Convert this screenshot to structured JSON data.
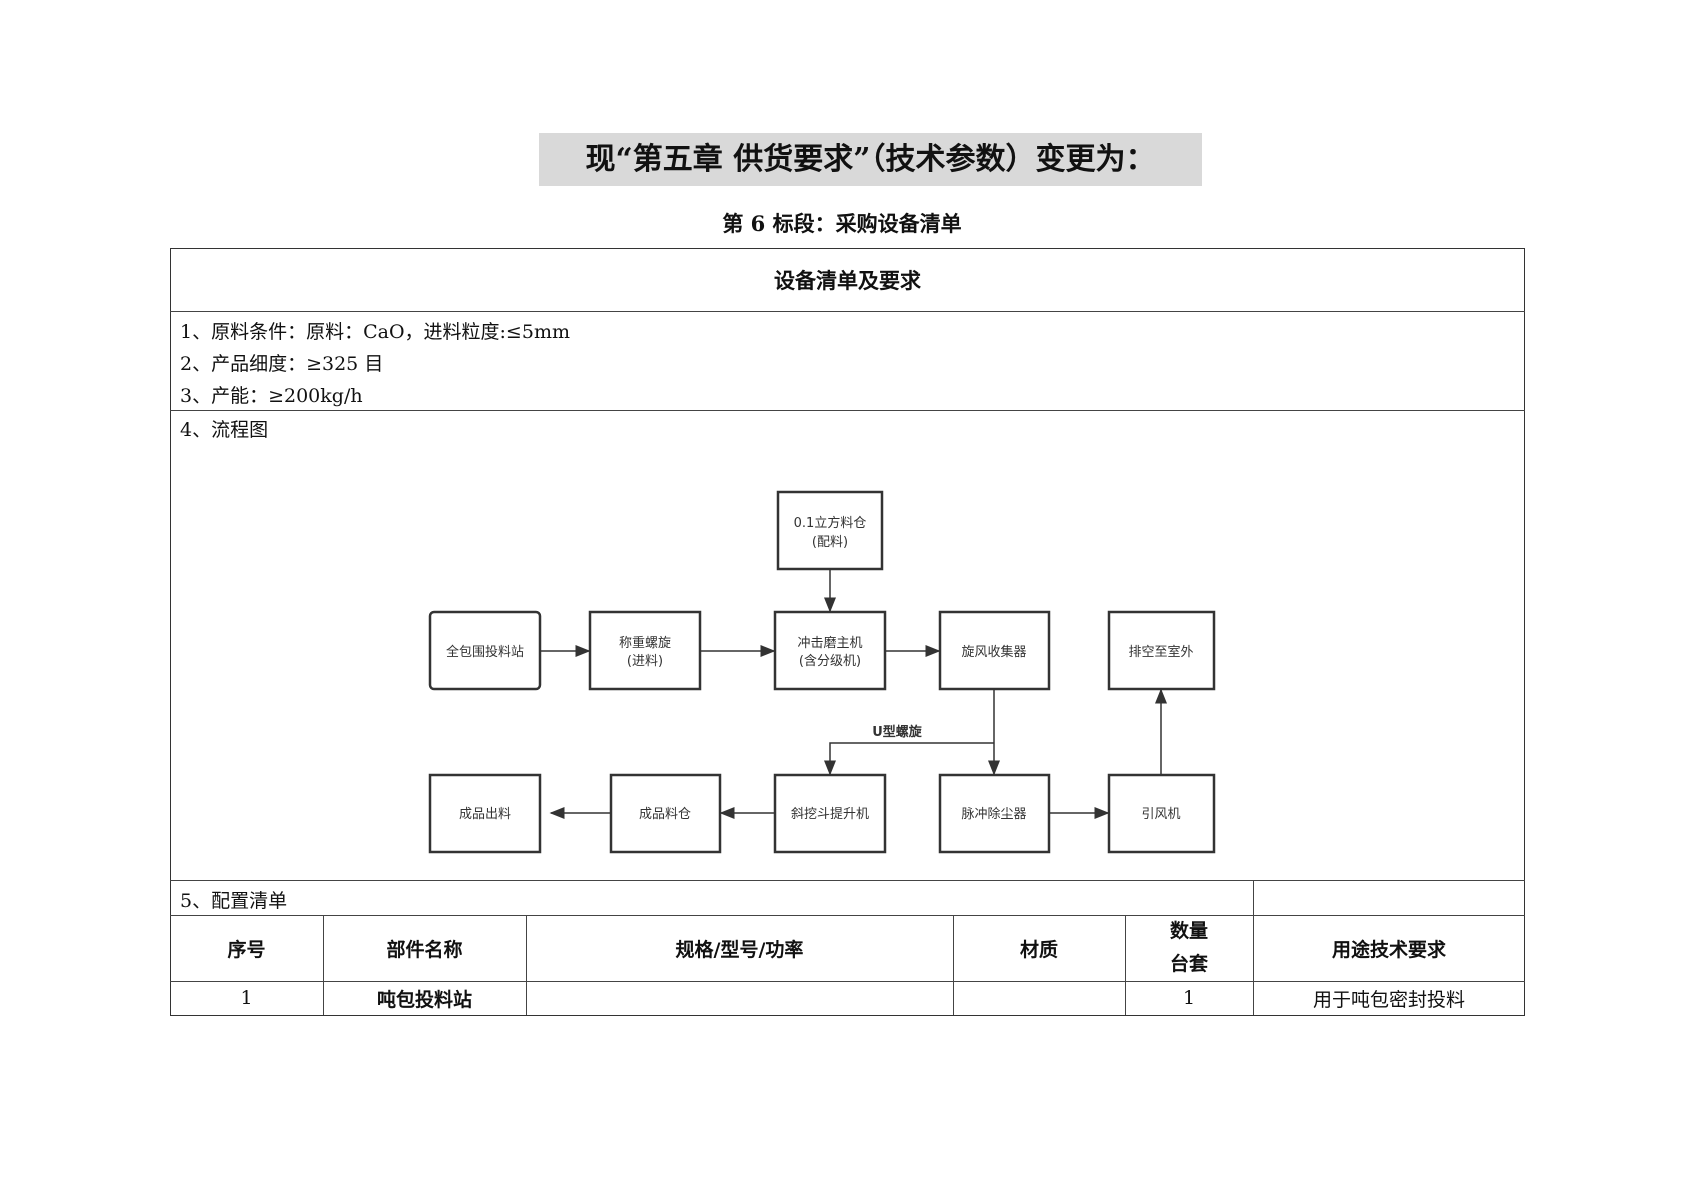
{
  "title": "现“第五章  供货要求”（技术参数）变更为：",
  "subtitle": "第 6 标段：采购设备清单",
  "table_header": "设备清单及要求",
  "requirements": [
    "1、原料条件：原料：CaO，进料粒度:≤5mm",
    "2、产品细度：≥325 目",
    "3、产能：≥200kg/h"
  ],
  "flow_label": "4、流程图",
  "flowchart": {
    "silo": [
      "0.1立方料仓",
      "(配料)"
    ],
    "station": "全包围投料站",
    "weigh_screw": [
      "称重螺旋",
      "(进料)"
    ],
    "mill": [
      "冲击磨主机",
      "(含分级机)"
    ],
    "cyclone": "旋风收集器",
    "exhaust": "排空至室外",
    "u_screw": "U型螺旋",
    "output": "成品出料",
    "product_silo": "成品料仓",
    "elevator": "斜挖斗提升机",
    "dust": "脉冲除尘器",
    "fan": "引风机"
  },
  "config_label": "5、配置清单",
  "columns": [
    "序号",
    "部件名称",
    "规格/型号/功率",
    "材质",
    "数量\n台套",
    "用途技术要求"
  ],
  "columns_qty": [
    "数量",
    "台套"
  ],
  "rows": [
    {
      "no": "1",
      "name": "吨包投料站",
      "spec": "",
      "material": "",
      "qty": "1",
      "usage": "用于吨包密封投料"
    }
  ]
}
